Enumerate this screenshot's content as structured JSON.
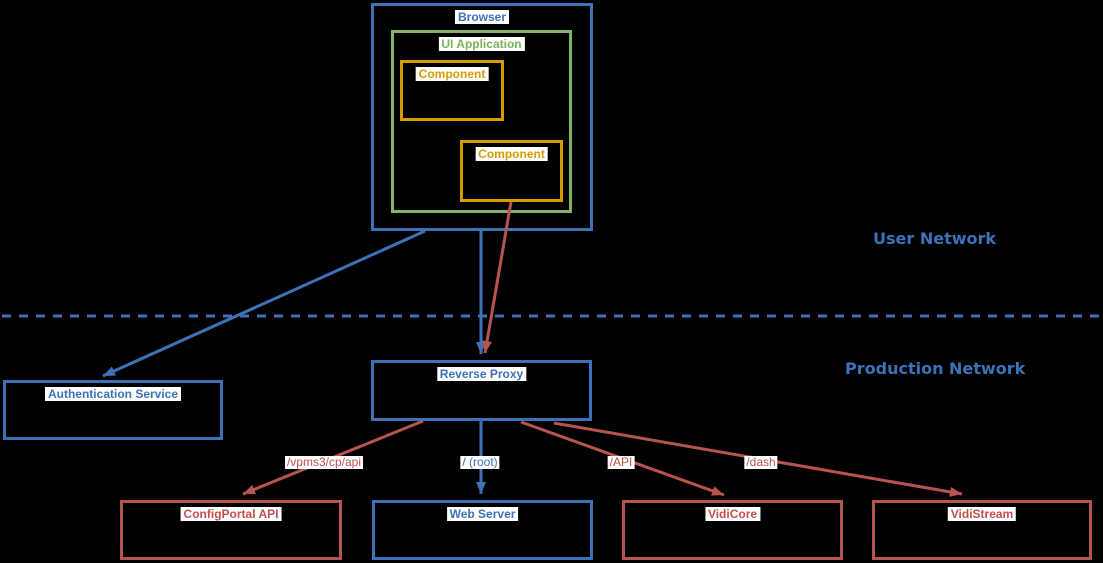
{
  "diagram": {
    "background": "#000000",
    "colors": {
      "blue": "#3d72b8",
      "green": "#82b366",
      "orange": "#d79b00",
      "red": "#b85450",
      "red_text": "#c0504d",
      "label_background": "#ffffff"
    },
    "zones": {
      "user_network": {
        "label": "User Network"
      },
      "production_network": {
        "label": "Production Network"
      }
    },
    "nodes": {
      "browser": {
        "label": "Browser"
      },
      "ui_application": {
        "label": "UI Application"
      },
      "component_1": {
        "label": "Component"
      },
      "component_2": {
        "label": "Component"
      },
      "authentication_service": {
        "label": "Authentication Service"
      },
      "reverse_proxy": {
        "label": "Reverse Proxy"
      },
      "configportal_api": {
        "label": "ConfigPortal API"
      },
      "web_server": {
        "label": "Web Server"
      },
      "vidicore": {
        "label": "VidiCore"
      },
      "vidistream": {
        "label": "VidiStream"
      }
    },
    "edges": {
      "browser_to_auth": {
        "from": "browser",
        "to": "authentication_service",
        "label": "",
        "color": "blue"
      },
      "browser_to_proxy": {
        "from": "browser",
        "to": "reverse_proxy",
        "label": "",
        "color": "blue"
      },
      "component_to_proxy": {
        "from": "component_2",
        "to": "reverse_proxy",
        "label": "",
        "color": "red"
      },
      "proxy_to_configportal": {
        "from": "reverse_proxy",
        "to": "configportal_api",
        "label": "/vpms3/cp/api",
        "color": "red"
      },
      "proxy_to_webserver": {
        "from": "reverse_proxy",
        "to": "web_server",
        "label": "/ (root)",
        "color": "blue"
      },
      "proxy_to_vidicore": {
        "from": "reverse_proxy",
        "to": "vidicore",
        "label": "/API",
        "color": "red"
      },
      "proxy_to_vidistream": {
        "from": "reverse_proxy",
        "to": "vidistream",
        "label": "/dash",
        "color": "red"
      }
    }
  }
}
